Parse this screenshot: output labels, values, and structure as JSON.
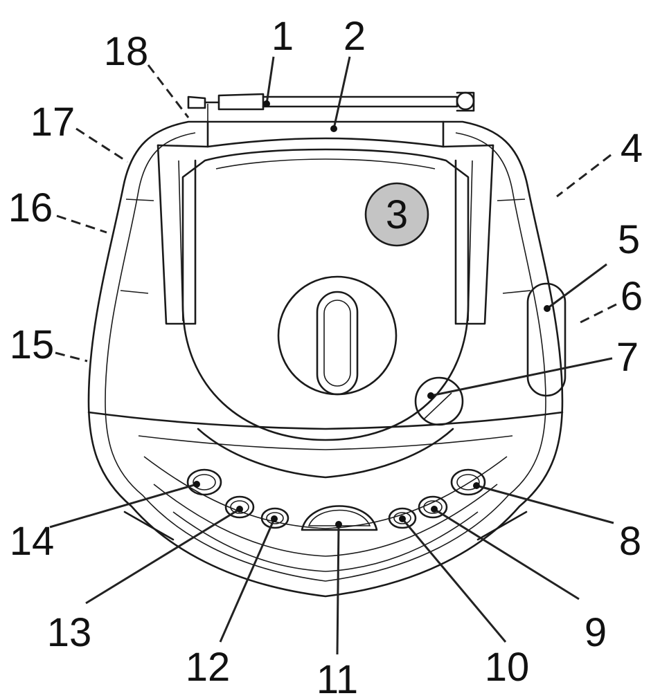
{
  "callouts": {
    "c1": "1",
    "c2": "2",
    "c3": "3",
    "c4": "4",
    "c5": "5",
    "c6": "6",
    "c7": "7",
    "c8": "8",
    "c9": "9",
    "c10": "10",
    "c11": "11",
    "c12": "12",
    "c13": "13",
    "c14": "14",
    "c15": "15",
    "c16": "16",
    "c17": "17",
    "c18": "18"
  },
  "colors": {
    "badge_fill": "#c4c4c4",
    "line": "#1a1a1a",
    "background": "#ffffff"
  }
}
